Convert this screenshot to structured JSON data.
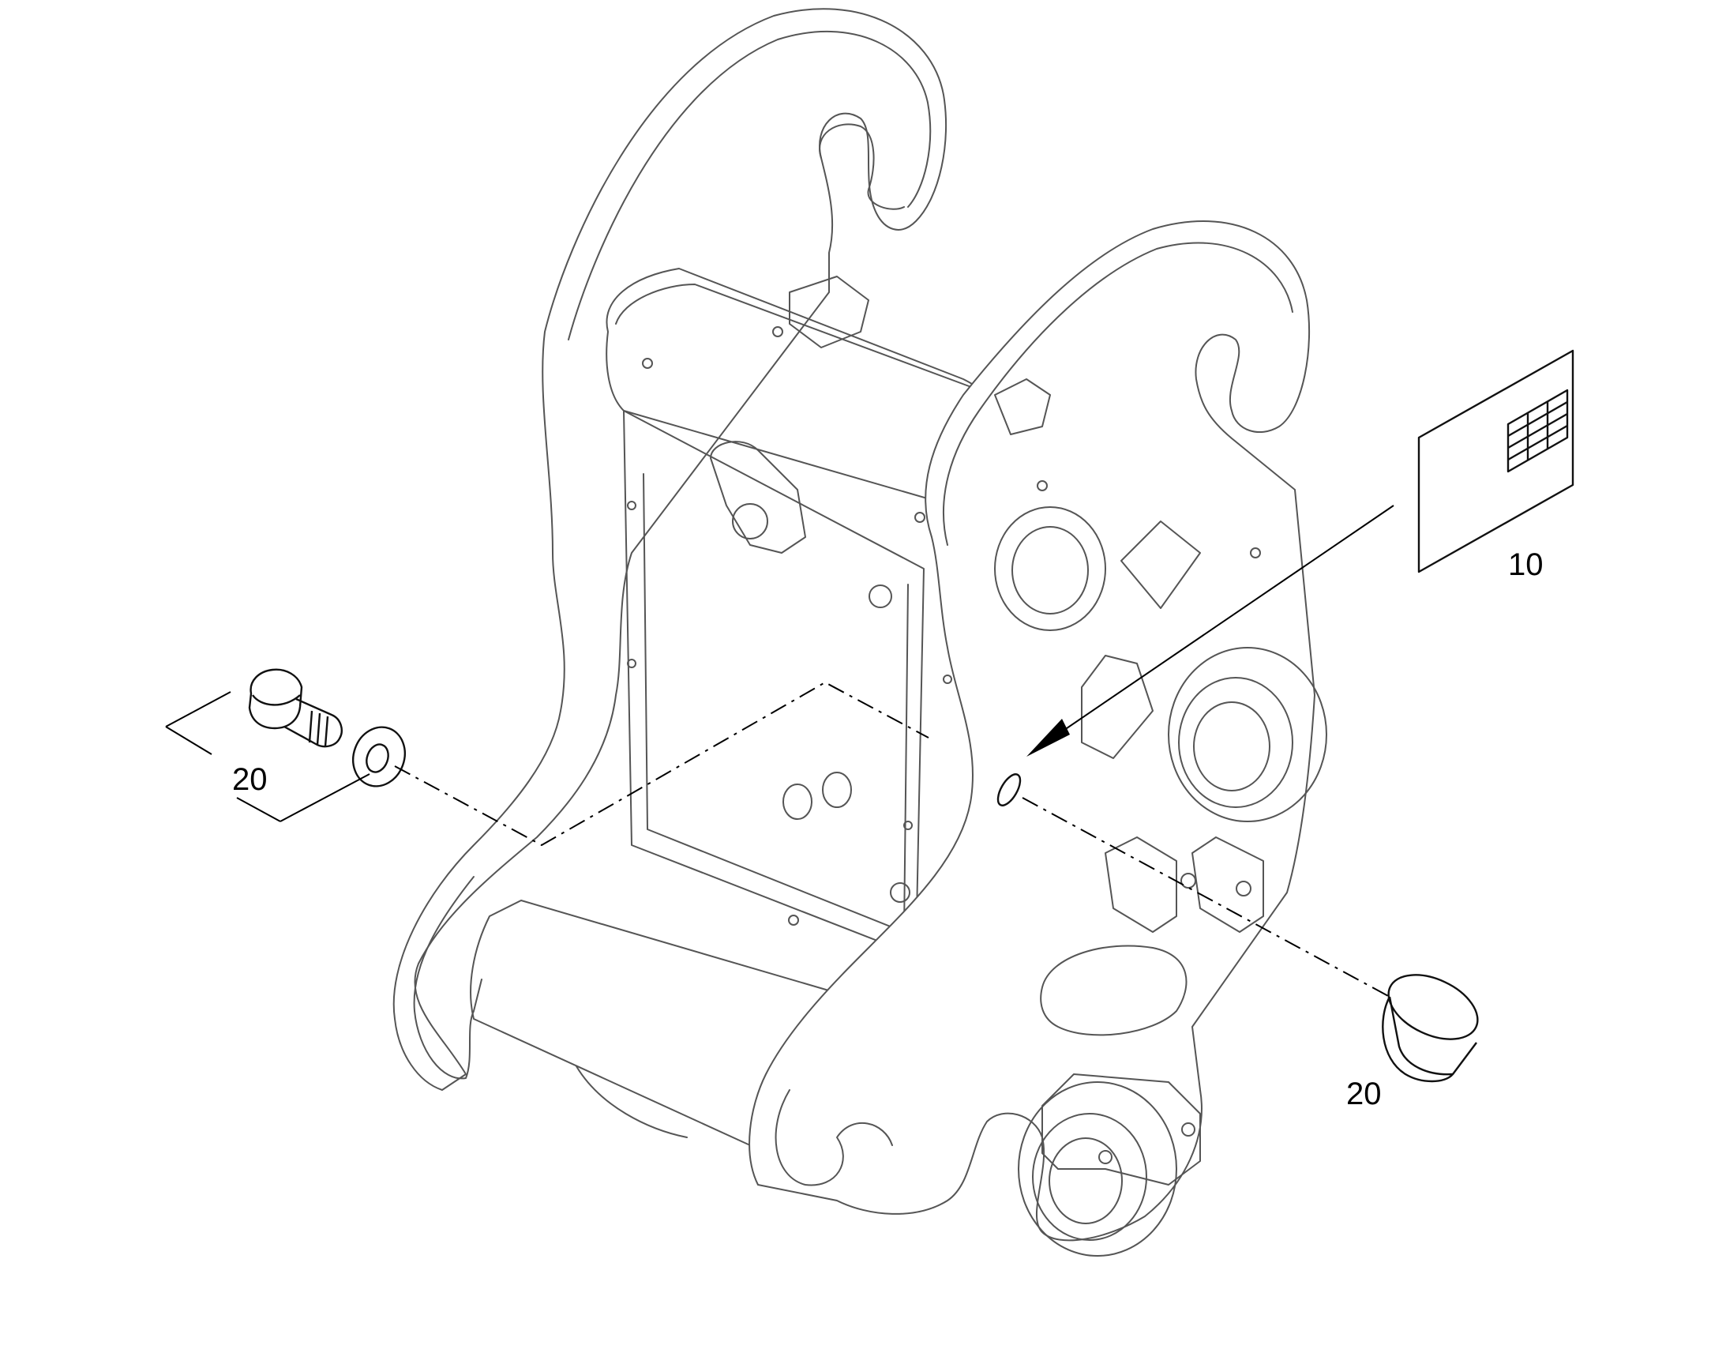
{
  "callouts": {
    "manual": "10",
    "bolt_group": "20",
    "cap": "20"
  },
  "colors": {
    "line": "#555555",
    "ink": "#000000",
    "background": "#ffffff"
  }
}
